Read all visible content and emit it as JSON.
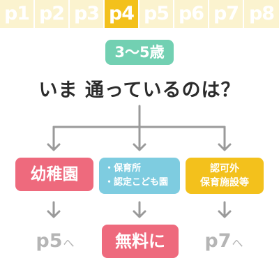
{
  "tabs": [
    {
      "label": "p1",
      "active": false
    },
    {
      "label": "p2",
      "active": false
    },
    {
      "label": "p3",
      "active": false
    },
    {
      "label": "p4",
      "active": true
    },
    {
      "label": "p5",
      "active": false
    },
    {
      "label": "p6",
      "active": false
    },
    {
      "label": "p7",
      "active": false
    },
    {
      "label": "p8",
      "active": false
    }
  ],
  "age_badge": "3〜5歳",
  "question": "いま 通っているのは？",
  "options": {
    "left": "幼稚園",
    "middle": [
      "・保育所",
      "・認定こども園"
    ],
    "right": [
      "認可外",
      "保育施設等"
    ]
  },
  "results": {
    "left_page": "p5",
    "left_arrow": "へ",
    "middle": "無料に",
    "right_page": "p7",
    "right_arrow": "へ"
  },
  "colors": {
    "tab_inactive": "#fbf3cf",
    "tab_active": "#f3c11c",
    "teal": "#72d0b2",
    "pink": "#ee6a7d",
    "blue": "#7ecce0",
    "yellow": "#f3c11c",
    "connector": "#9a9a9a",
    "page_ref": "#b5b5b5"
  }
}
